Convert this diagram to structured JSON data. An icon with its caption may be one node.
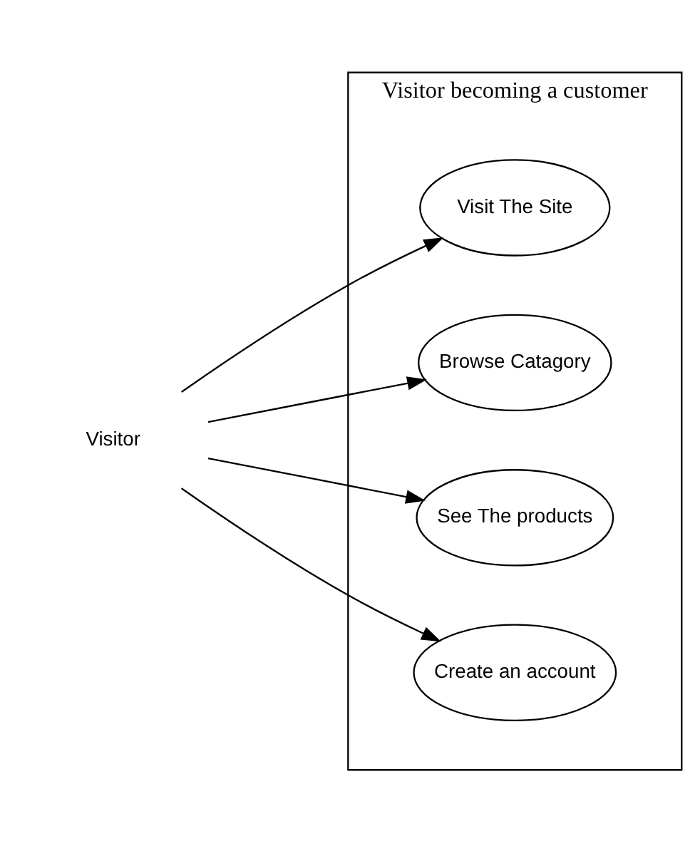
{
  "diagram": {
    "nodes": [
      {
        "text": [
          "Visitor becoming a customer"
        ]
      },
      {
        "text": [
          "Visit The Site"
        ],
        "in": 0
      },
      {
        "text": [
          "Browse Catagory"
        ],
        "in": 0
      },
      {
        "text": [
          "See The products"
        ],
        "in": 0
      },
      {
        "text": [
          "Create an account"
        ],
        "in": 0
      },
      {
        "text": [
          "Visitor"
        ]
      }
    ],
    "edges": [
      {
        "from": 5,
        "to": 1,
        "arrow": "to"
      },
      {
        "from": 5,
        "to": 2,
        "arrow": "to"
      },
      {
        "from": 5,
        "to": 3,
        "arrow": "to"
      },
      {
        "from": 5,
        "to": 4,
        "arrow": "to"
      }
    ]
  }
}
